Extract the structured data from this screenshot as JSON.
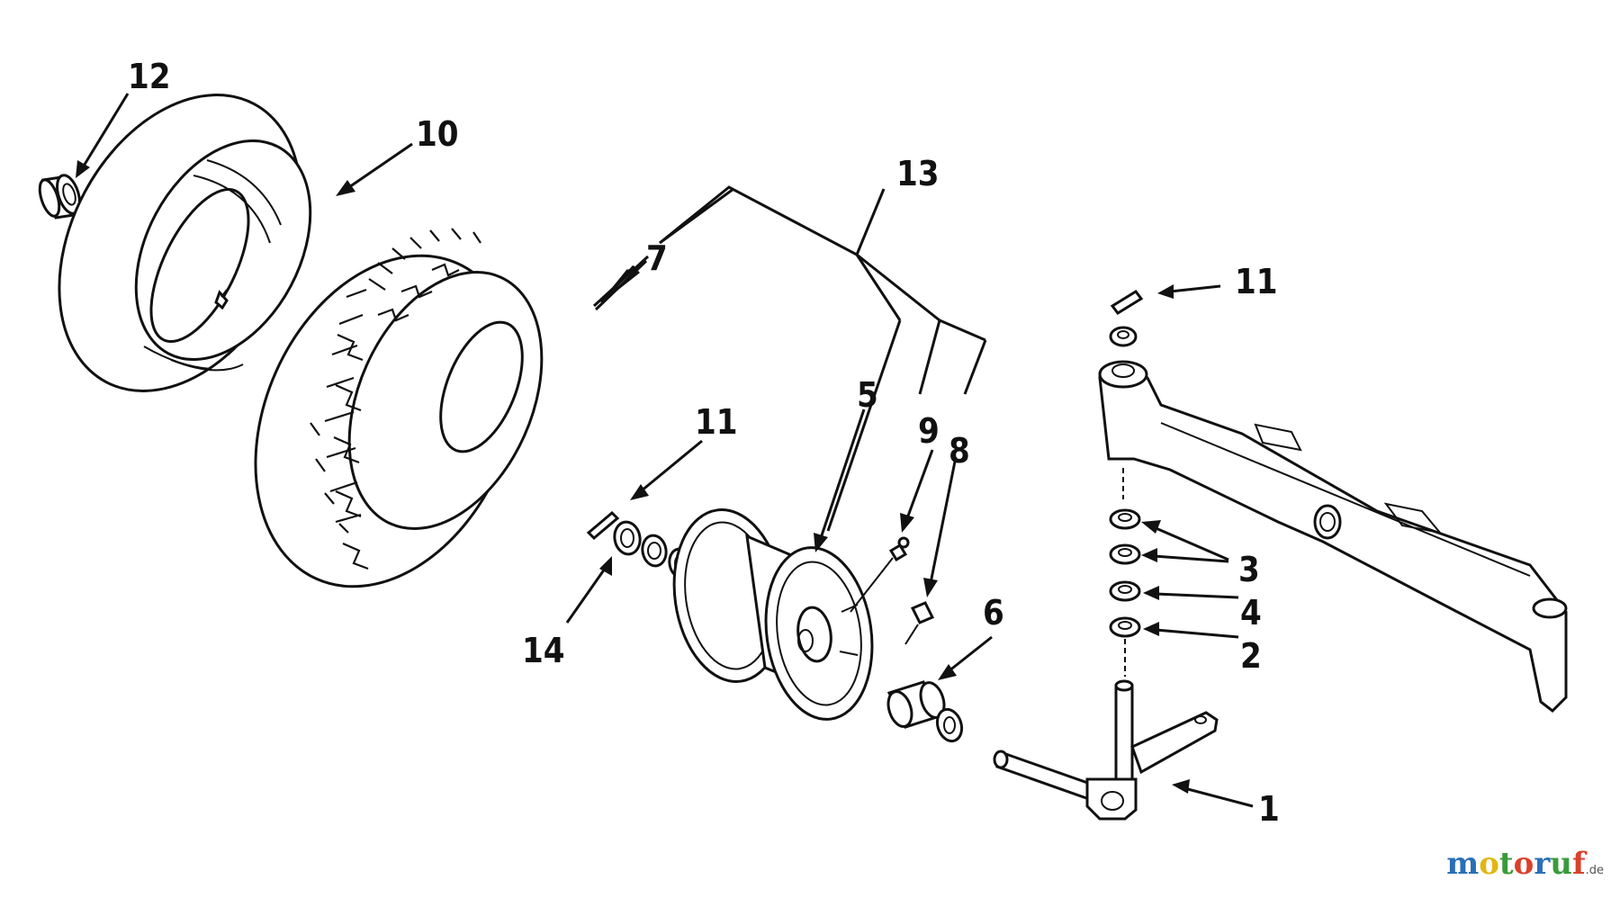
{
  "diagram": {
    "colors": {
      "ink": "#111111",
      "paper": "#ffffff"
    },
    "callouts": {
      "c1": "1",
      "c2": "2",
      "c3": "3",
      "c4": "4",
      "c5": "5",
      "c6": "6",
      "c7": "7",
      "c8": "8",
      "c9": "9",
      "c10": "10",
      "c11a": "11",
      "c11b": "11",
      "c12": "12",
      "c13": "13",
      "c14": "14"
    }
  },
  "watermark": {
    "letters": [
      "m",
      "o",
      "t",
      "o",
      "r",
      "u",
      "f"
    ],
    "letter_colors": [
      "#2a6fb8",
      "#e2b613",
      "#3a9a3a",
      "#d9412b",
      "#2a6fb8",
      "#3a9a3a",
      "#d9412b"
    ],
    "tld": ".de"
  }
}
